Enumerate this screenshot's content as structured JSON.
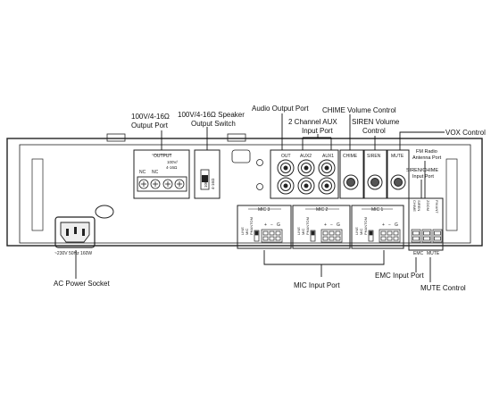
{
  "callouts": {
    "output_port": [
      "100V/4-16Ω",
      "Output Port"
    ],
    "output_switch": [
      "100V/4-16Ω Speaker",
      "Output Switch"
    ],
    "audio_output_port": "Audio Output Port",
    "aux_input_port": [
      "2 Channel AUX",
      "Input Port"
    ],
    "chime_volume": "CHIME Volume Control",
    "siren_volume": [
      "SIREN Volume",
      "Control"
    ],
    "vox_control": "VOX Control",
    "fm_radio": [
      "FM Radio",
      "Antenna Port"
    ],
    "siren_chime_input": [
      "SIREN/CHIME",
      "Input Port"
    ],
    "ac_power": "AC Power Socket",
    "mic_input": "MIC Input Port",
    "emc_input": "EMC Input Port",
    "mute_control": "MUTE Control"
  },
  "panel": {
    "output_header": "OUTPUT",
    "nc1": "NC",
    "nc2": "NC",
    "voltage_label": [
      "100V/",
      "4-16Ω"
    ],
    "switch_100v": "100V",
    "switch_ohm": "4-16Ω",
    "rca_labels": [
      "OUT",
      "AUX2",
      "AUX1",
      "CHIME",
      "SIREN",
      "MUTE"
    ],
    "mic_groups": [
      "MIC 3",
      "MIC 2",
      "MIC 1"
    ],
    "mic_options": [
      "LINE",
      "MIC",
      "PHANTOM"
    ],
    "terminal_signs": [
      "+",
      "−",
      "G"
    ],
    "right_vertical": [
      "CHIME",
      "SIREN",
      "ZOOM",
      "FM ANT"
    ],
    "emc": "EMC",
    "mute": "MUTE",
    "power_rating": "~230V 50Hz 160W"
  }
}
